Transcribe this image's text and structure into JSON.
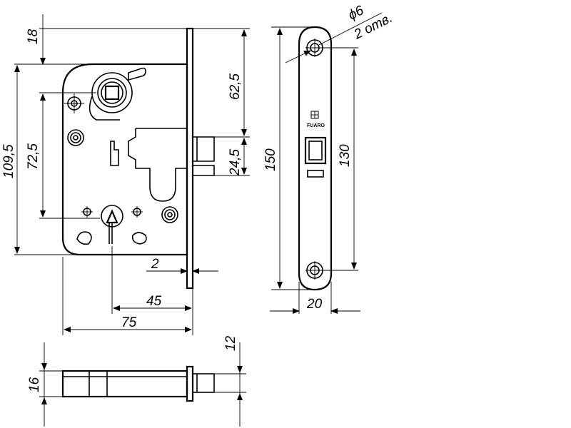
{
  "drawing": {
    "dims": {
      "top_offset": "18",
      "height_total": "109,5",
      "backset_span": "72,5",
      "faceplate_upper": "62,5",
      "faceplate_mid": "24,5",
      "faceplate_thickness": "2",
      "backset": "45",
      "body_width": "75",
      "strike_length": "150",
      "strike_holes": "130",
      "strike_width": "20",
      "hole_diameter": "ϕ6",
      "hole_count": "2 отв.",
      "bottom_offset": "12",
      "bottom_height": "16"
    },
    "brand": "FUARO"
  }
}
